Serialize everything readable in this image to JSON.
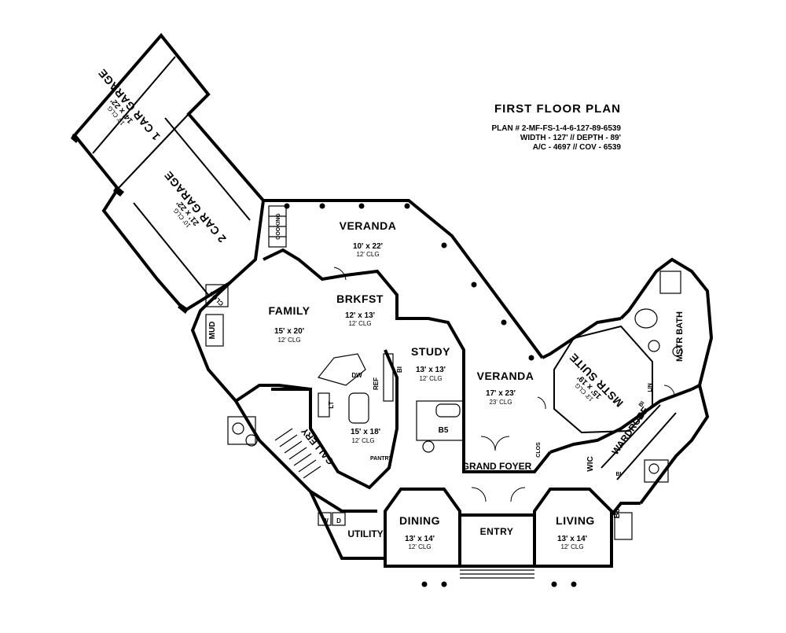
{
  "title_block": {
    "title": "FIRST FLOOR PLAN",
    "lines": [
      "PLAN # 2-MF-FS-1-4-6-127-89-6539",
      "WIDTH - 127' // DEPTH - 89'",
      "A/C - 4697 // COV - 6539"
    ]
  },
  "rooms": {
    "garage1": {
      "name": "1 CAR GARAGE",
      "dim": "14' x 22'",
      "clg": "10' CLG"
    },
    "garage2": {
      "name": "2 CAR GARAGE",
      "dim": "21' x 22'",
      "clg": "10' CLG"
    },
    "veranda_top": {
      "name": "VERANDA",
      "dim": "10' x 22'",
      "clg": "12' CLG"
    },
    "family": {
      "name": "FAMILY",
      "dim": "15' x 20'",
      "clg": "12' CLG"
    },
    "brkfst": {
      "name": "BRKFST",
      "dim": "12' x 13'",
      "clg": "12' CLG"
    },
    "study": {
      "name": "STUDY",
      "dim": "13' x 13'",
      "clg": "12' CLG"
    },
    "veranda_right": {
      "name": "VERANDA",
      "dim": "17' x 23'",
      "clg": "23' CLG"
    },
    "kitchen": {
      "dim": "15' x 18'",
      "clg": "12' CLG"
    },
    "mstr_suite": {
      "name": "MSTR SUITE",
      "dim": "15' x 19'",
      "clg": "13' CLG"
    },
    "mstr_bath": {
      "name": "MSTR BATH"
    },
    "wardrobe": {
      "name": "WARDROBE"
    },
    "gallery": {
      "name": "GALLERY"
    },
    "grand_foyer": {
      "name": "GRAND FOYER"
    },
    "dining": {
      "name": "DINING",
      "dim": "13' x 14'",
      "clg": "12' CLG"
    },
    "entry": {
      "name": "ENTRY"
    },
    "living": {
      "name": "LIVING",
      "dim": "13' x 14'",
      "clg": "12' CLG"
    },
    "utility": {
      "name": "UTILITY"
    }
  },
  "labels": {
    "cooking": "COOKING",
    "clos_left": "CLOS",
    "mud": "MUD",
    "dw": "DW",
    "ref": "REF",
    "lt": "LT",
    "bi_study": "BI",
    "pantry": "PANTRY",
    "b5": "B5",
    "clos_foyer": "CLOS",
    "wic": "WIC",
    "bi_wic": "BI",
    "b8": "B8",
    "w": "W",
    "d": "D",
    "lin": "LIN",
    "bi_wardrobe": "BI"
  }
}
